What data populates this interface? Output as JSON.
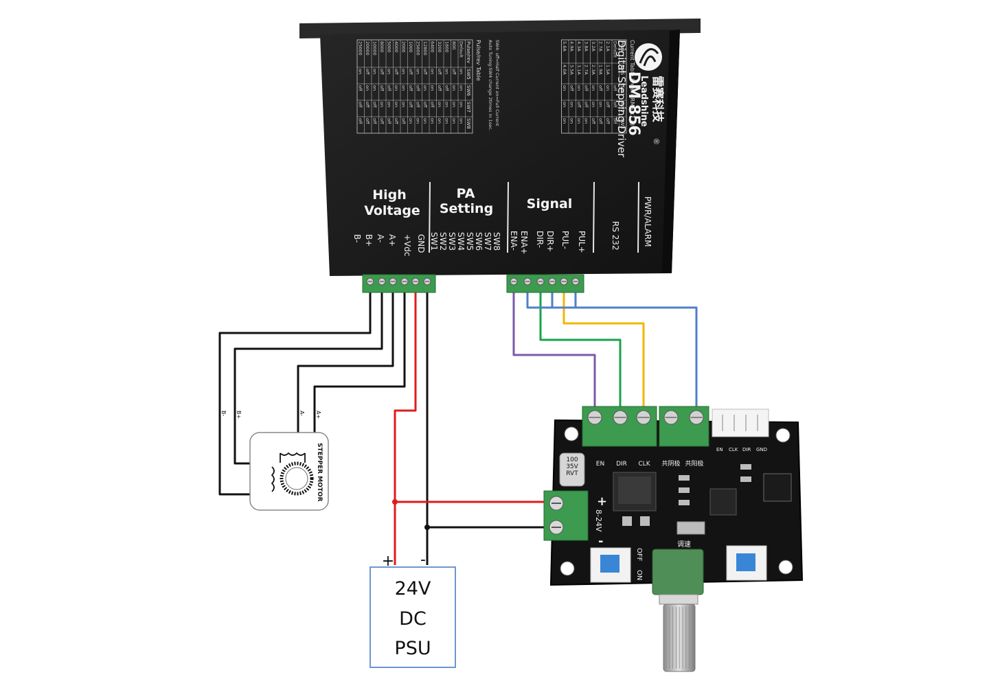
{
  "driver": {
    "brand_cn": "雷赛科技",
    "brand": "Leadshine",
    "product": "Digital Stepping Driver",
    "model": "DM 856",
    "current_table_title": "Current Table (Peak=RMS x1.4)",
    "current_table_headers": [
      "Peak",
      "RMS",
      "SW1",
      "SW2",
      "SW3"
    ],
    "current_table_rows": [
      [
        "Default",
        "",
        "off",
        "off",
        "off"
      ],
      [
        "2.1A",
        "1.5A",
        "on",
        "off",
        "off"
      ],
      [
        "2.7A",
        "1.9A",
        "off",
        "on",
        "off"
      ],
      [
        "3.2A",
        "2.3A",
        "on",
        "on",
        "off"
      ],
      [
        "3.8A",
        "2.7A",
        "off",
        "off",
        "on"
      ],
      [
        "4.3A",
        "3.1A",
        "on",
        "off",
        "on"
      ],
      [
        "4.9A",
        "3.5A",
        "off",
        "on",
        "on"
      ],
      [
        "5.6A",
        "4.0A",
        "on",
        "on",
        "on"
      ]
    ],
    "notes": [
      "SW4: off=Half Current on=Full Current",
      "Auto Tuning:SW4 change 2times in 1sec."
    ],
    "pulse_table_title": "Pulse/rev Table",
    "pulse_table_headers": [
      "Pulse/rev",
      "SW5",
      "SW6",
      "SW7",
      "SW8"
    ],
    "pulse_table_rows": [
      [
        "Default",
        "on",
        "on",
        "on",
        "on"
      ],
      [
        "800",
        "off",
        "on",
        "on",
        "on"
      ],
      [
        "1600",
        "on",
        "off",
        "on",
        "on"
      ],
      [
        "3200",
        "off",
        "off",
        "on",
        "on"
      ],
      [
        "6400",
        "on",
        "on",
        "off",
        "on"
      ],
      [
        "12800",
        "off",
        "on",
        "off",
        "on"
      ],
      [
        "25600",
        "on",
        "off",
        "off",
        "on"
      ],
      [
        "1000",
        "off",
        "off",
        "off",
        "on"
      ],
      [
        "2000",
        "on",
        "on",
        "on",
        "off"
      ],
      [
        "4000",
        "off",
        "on",
        "on",
        "off"
      ],
      [
        "5000",
        "on",
        "off",
        "on",
        "off"
      ],
      [
        "8000",
        "off",
        "off",
        "on",
        "off"
      ],
      [
        "10000",
        "on",
        "on",
        "off",
        "off"
      ],
      [
        "20000",
        "off",
        "on",
        "off",
        "off"
      ],
      [
        "25000",
        "on",
        "off",
        "off",
        "off"
      ]
    ],
    "sections": {
      "high_voltage": [
        "High",
        "Voltage"
      ],
      "pa_setting": [
        "PA",
        "Setting"
      ],
      "signal": "Signal",
      "rs232": "RS 232",
      "pwr_alarm": "PWR/ALARM"
    },
    "hv_pins": [
      "B-",
      "B+",
      "A-",
      "A+",
      "+Vdc",
      "GND"
    ],
    "sw_pins": [
      "SW1",
      "SW2",
      "SW3",
      "SW4",
      "SW5",
      "SW6",
      "SW7",
      "SW8"
    ],
    "signal_pins": [
      "ENA-",
      "ENA+",
      "DIR-",
      "DIR+",
      "PUL-",
      "PUL+"
    ]
  },
  "motor": {
    "label": "STEPPER MOTOR",
    "leads": [
      "B-",
      "B+",
      "A-",
      "A+"
    ]
  },
  "psu": {
    "lines": [
      "24V",
      "DC",
      "PSU"
    ],
    "plus": "+",
    "minus": "-"
  },
  "controller": {
    "terminal_labels": [
      "EN",
      "DIR",
      "CLK",
      "共阴极",
      "共阳极"
    ],
    "connector_labels": [
      "EN",
      "CLK",
      "DIR",
      "GND"
    ],
    "supply_label": "8-24V",
    "capacitor": [
      "100",
      "35V",
      "RVT"
    ],
    "off_label": "OFF",
    "on_label": "ON",
    "speed_label": "调速",
    "plus": "+",
    "minus": "-"
  },
  "colors": {
    "wire_black": "#111111",
    "wire_red": "#e01b1b",
    "wire_purple": "#7a5aa8",
    "wire_green": "#17a34a",
    "wire_yellow": "#f2b600",
    "wire_blue": "#4f7fc9",
    "driver_body": "#1c1c1c",
    "terminal_green": "#3c9b4e",
    "pcb": "#111111",
    "psu_border": "#6d96d0"
  }
}
